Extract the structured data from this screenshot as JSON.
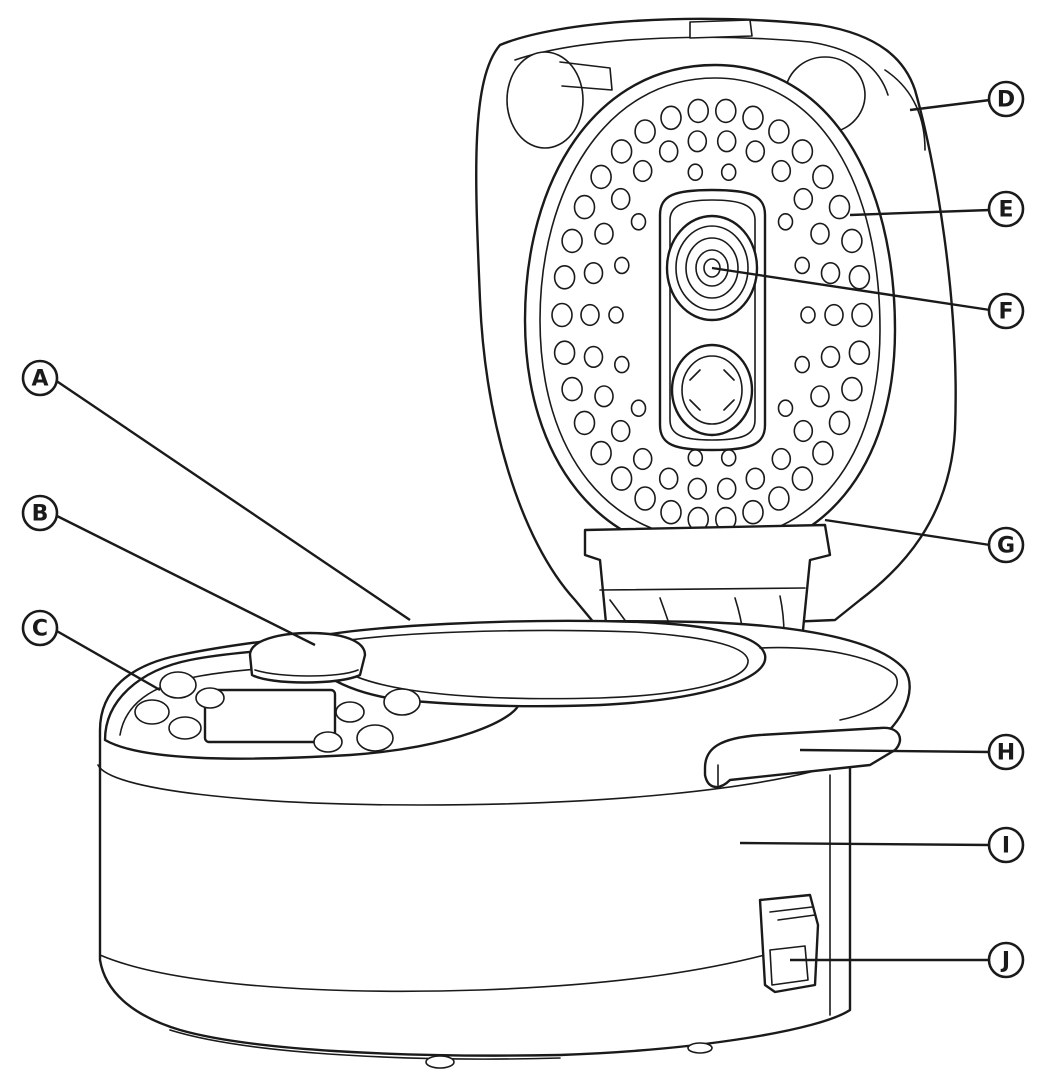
{
  "diagram": {
    "subject": "rice-cooker",
    "callouts": [
      {
        "id": "A",
        "label": "A"
      },
      {
        "id": "B",
        "label": "B"
      },
      {
        "id": "C",
        "label": "C"
      },
      {
        "id": "D",
        "label": "D"
      },
      {
        "id": "E",
        "label": "E"
      },
      {
        "id": "F",
        "label": "F"
      },
      {
        "id": "G",
        "label": "G"
      },
      {
        "id": "H",
        "label": "H"
      },
      {
        "id": "I",
        "label": "I"
      },
      {
        "id": "J",
        "label": "J"
      }
    ]
  }
}
